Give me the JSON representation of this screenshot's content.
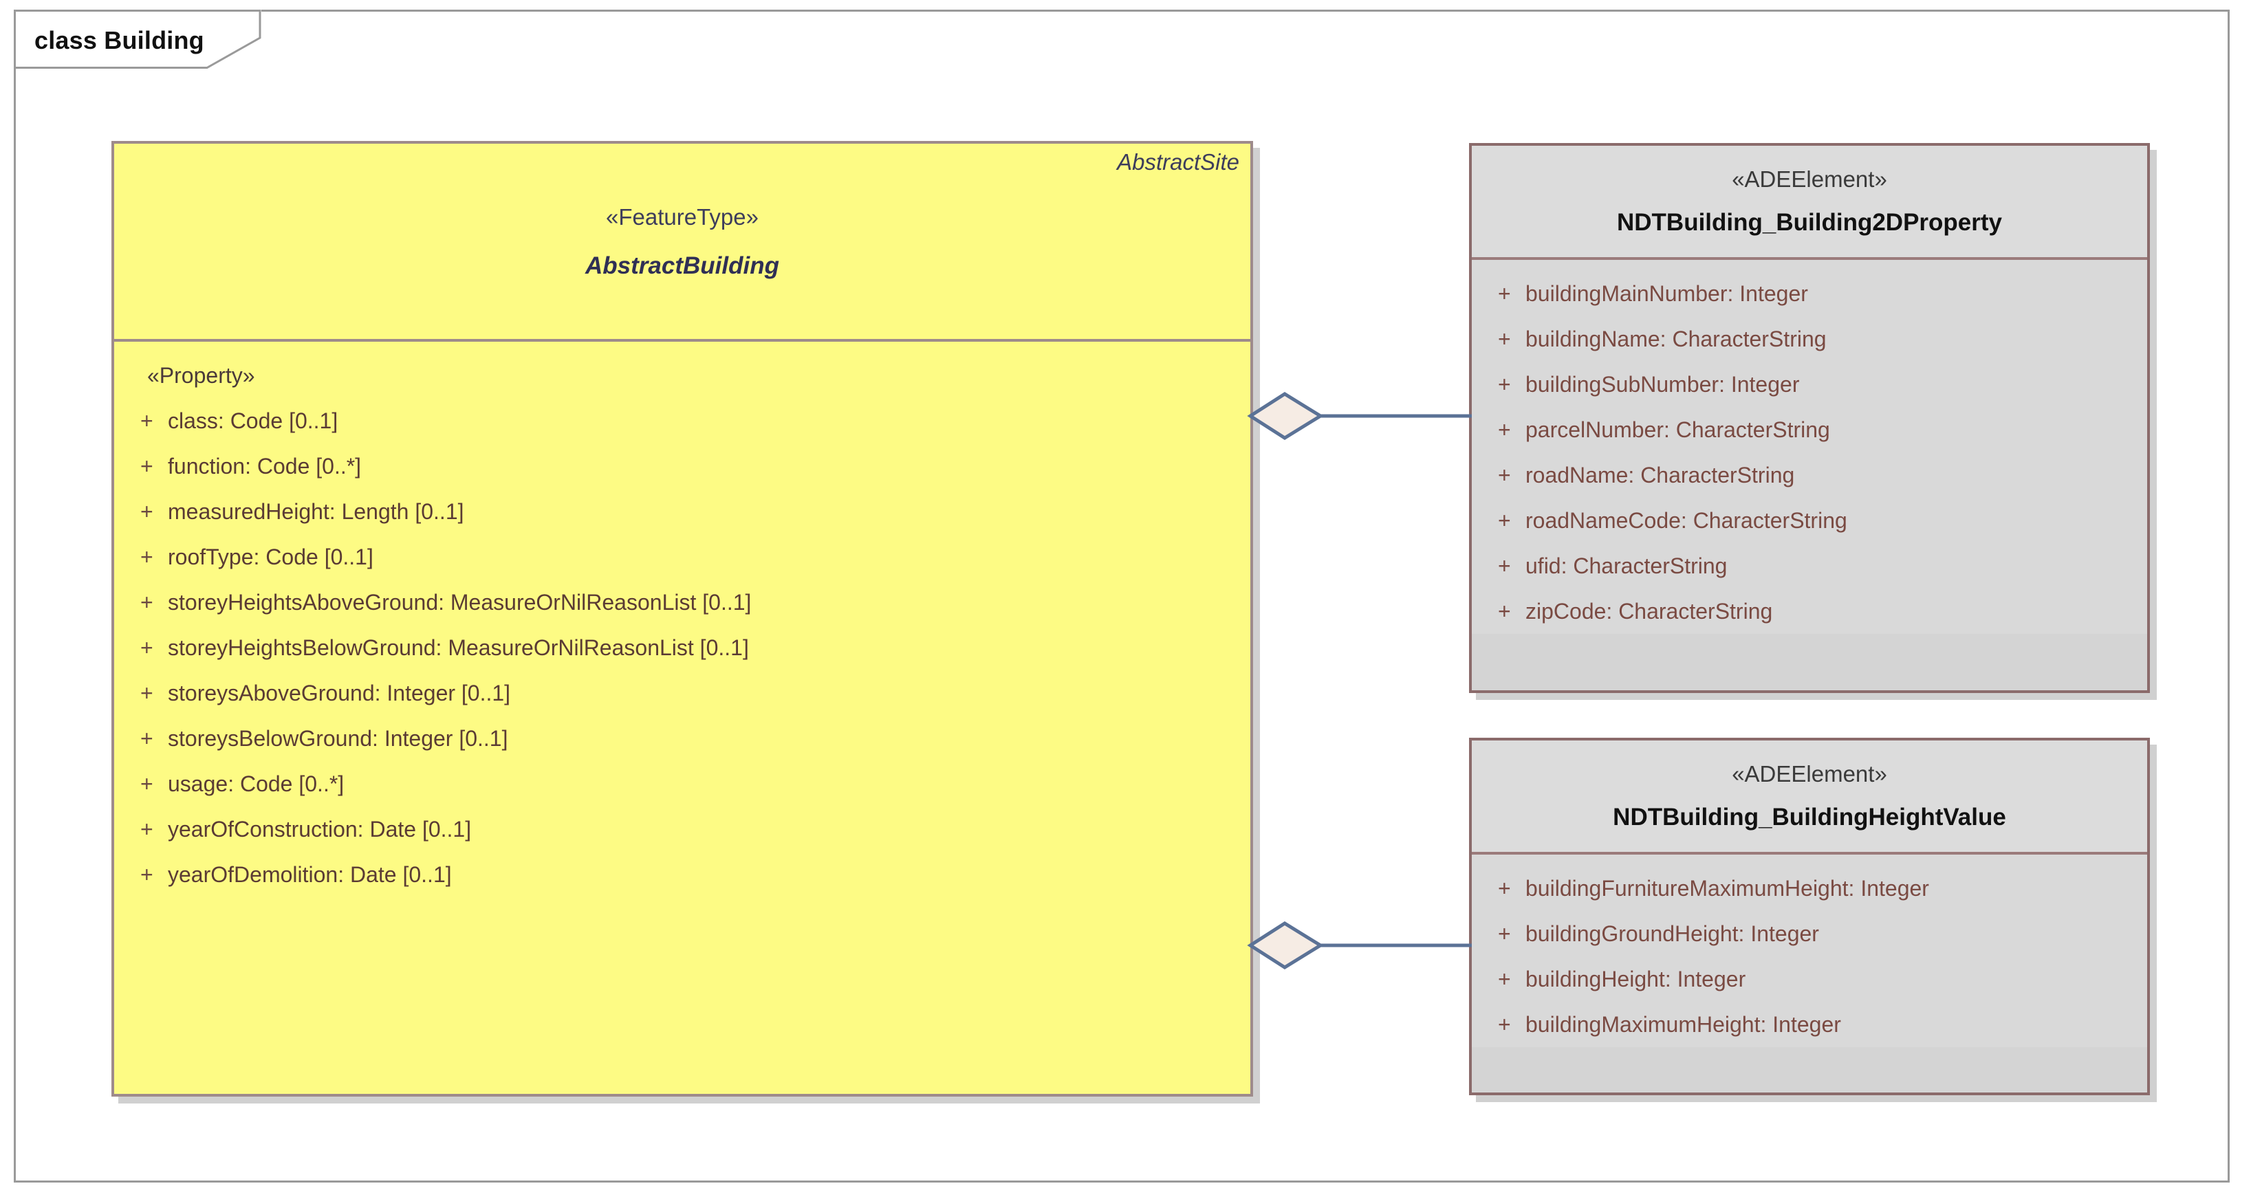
{
  "frame": {
    "title": "class Building"
  },
  "classes": {
    "abstract_building": {
      "corner_type": "AbstractSite",
      "stereotype": "«FeatureType»",
      "name": "AbstractBuilding",
      "section_stereotype": "«Property»",
      "attributes": [
        {
          "visibility": "+",
          "text": "class: Code [0..1]"
        },
        {
          "visibility": "+",
          "text": "function: Code [0..*]"
        },
        {
          "visibility": "+",
          "text": "measuredHeight: Length [0..1]"
        },
        {
          "visibility": "+",
          "text": "roofType: Code [0..1]"
        },
        {
          "visibility": "+",
          "text": "storeyHeightsAboveGround: MeasureOrNilReasonList [0..1]"
        },
        {
          "visibility": "+",
          "text": "storeyHeightsBelowGround: MeasureOrNilReasonList [0..1]"
        },
        {
          "visibility": "+",
          "text": "storeysAboveGround: Integer [0..1]"
        },
        {
          "visibility": "+",
          "text": "storeysBelowGround: Integer [0..1]"
        },
        {
          "visibility": "+",
          "text": "usage: Code [0..*]"
        },
        {
          "visibility": "+",
          "text": "yearOfConstruction: Date [0..1]"
        },
        {
          "visibility": "+",
          "text": "yearOfDemolition: Date [0..1]"
        }
      ]
    },
    "building_2d_property": {
      "stereotype": "«ADEElement»",
      "name": "NDTBuilding_Building2DProperty",
      "attributes": [
        {
          "visibility": "+",
          "text": "buildingMainNumber: Integer"
        },
        {
          "visibility": "+",
          "text": "buildingName: CharacterString"
        },
        {
          "visibility": "+",
          "text": "buildingSubNumber: Integer"
        },
        {
          "visibility": "+",
          "text": "parcelNumber: CharacterString"
        },
        {
          "visibility": "+",
          "text": "roadName: CharacterString"
        },
        {
          "visibility": "+",
          "text": "roadNameCode: CharacterString"
        },
        {
          "visibility": "+",
          "text": "ufid: CharacterString"
        },
        {
          "visibility": "+",
          "text": "zipCode: CharacterString"
        }
      ]
    },
    "building_height_value": {
      "stereotype": "«ADEElement»",
      "name": "NDTBuilding_BuildingHeightValue",
      "attributes": [
        {
          "visibility": "+",
          "text": "buildingFurnitureMaximumHeight: Integer"
        },
        {
          "visibility": "+",
          "text": "buildingGroundHeight: Integer"
        },
        {
          "visibility": "+",
          "text": "buildingHeight: Integer"
        },
        {
          "visibility": "+",
          "text": "buildingMaximumHeight: Integer"
        }
      ]
    }
  },
  "relationships": [
    {
      "name": "aggregation-building-2d-property",
      "type": "aggregation",
      "source": "AbstractBuilding",
      "target": "NDTBuilding_Building2DProperty"
    },
    {
      "name": "aggregation-building-height-value",
      "type": "aggregation",
      "source": "AbstractBuilding",
      "target": "NDTBuilding_BuildingHeightValue"
    }
  ],
  "colors": {
    "class_yellow_fill": "#fdfb84",
    "class_yellow_border": "#9e8b8b",
    "ade_grey_fill": "#d9d9d9",
    "ade_grey_border": "#8b6b6b",
    "connector_line": "#5b7296",
    "diamond_fill": "#f6ece4",
    "attribute_text": "#5a3b34",
    "frame_border": "#9a9a9a"
  }
}
